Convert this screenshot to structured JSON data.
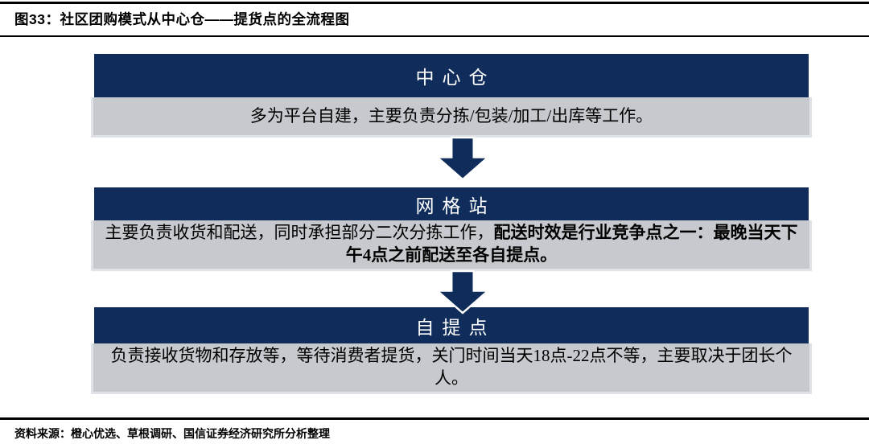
{
  "figure": {
    "title": "图33：社区团购模式从中心仓——提货点的全流程图",
    "source": "资料来源：橙心优选、草根调研、国信证券经济研究所分析整理"
  },
  "colors": {
    "navy_header": "#0f2c5a",
    "body_gray": "#c6c9cd",
    "body_edge": "#dfe2e6",
    "rule_black": "#000000",
    "header_text": "#ffffff"
  },
  "flow": {
    "arrow_icon": "down-block-arrow",
    "nodes": [
      {
        "id": "central-warehouse",
        "header": "中心仓",
        "body": "多为平台自建，主要负责分拣/包装/加工/出库等工作。"
      },
      {
        "id": "grid-station",
        "header": "网格站",
        "body_regular": "主要负责收货和配送，同时承担部分二次分拣工作，",
        "body_bold": "配送时效是行业竞争点之一：最晚当天下午4点之前配送至各自提点。"
      },
      {
        "id": "pickup-point",
        "header": "自提点",
        "body": "负责接收货物和存放等，等待消费者提货，关门时间当天18点-22点不等，主要取决于团长个人。"
      }
    ]
  }
}
